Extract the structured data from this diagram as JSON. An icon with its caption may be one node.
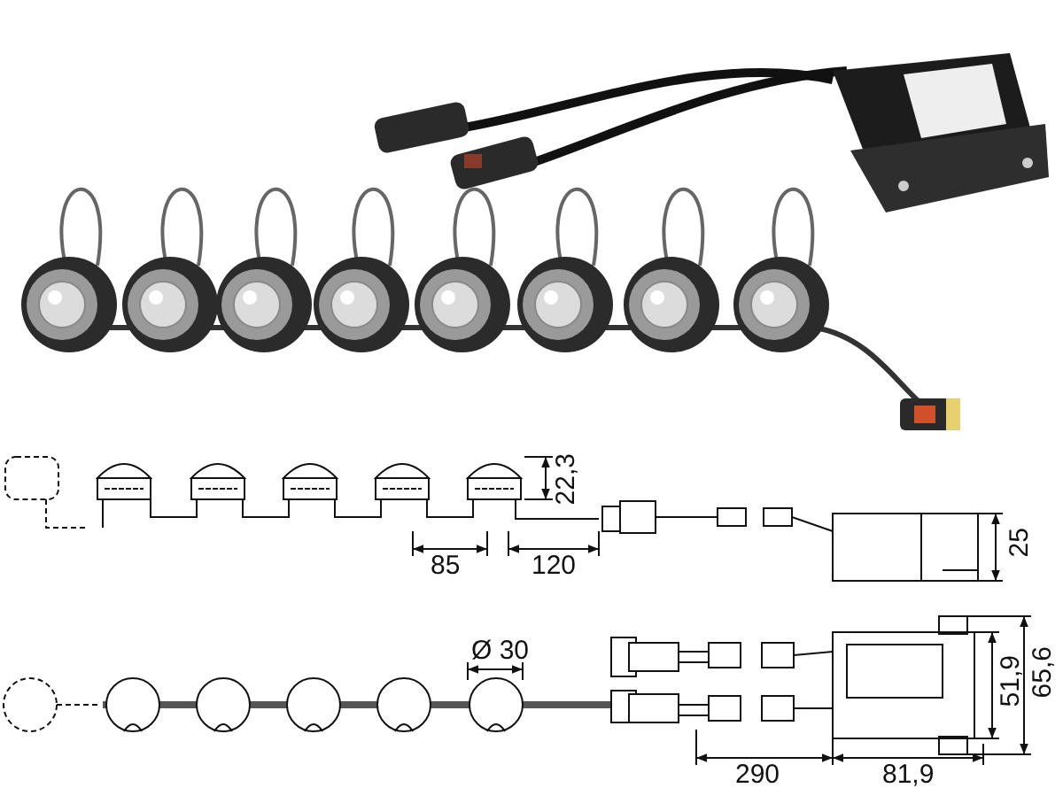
{
  "diagram": {
    "labels": [
      "22,3",
      "85",
      "120",
      "25",
      "Ø 30",
      "51,9",
      "65,6",
      "290",
      "81,9"
    ]
  }
}
